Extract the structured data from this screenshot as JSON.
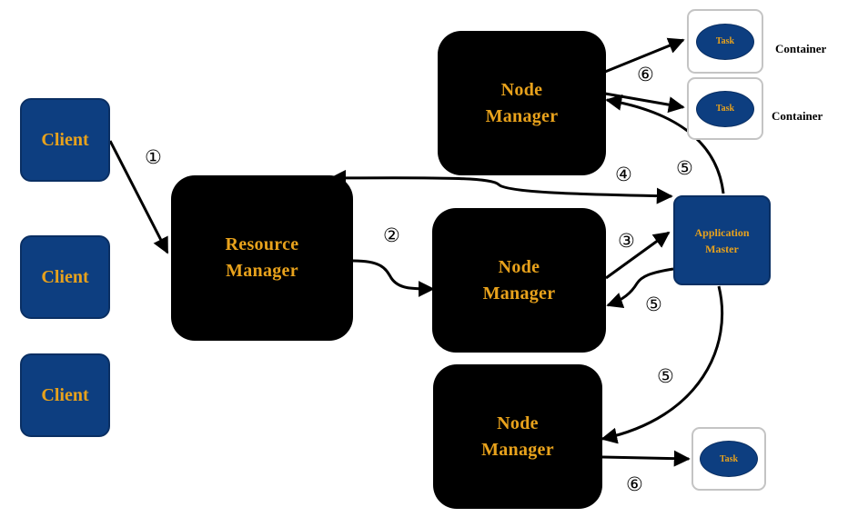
{
  "clients": [
    "Client",
    "Client",
    "Client"
  ],
  "resource_manager": {
    "line1": "Resource",
    "line2": "Manager"
  },
  "node_managers": [
    {
      "line1": "Node",
      "line2": "Manager"
    },
    {
      "line1": "Node",
      "line2": "Manager"
    },
    {
      "line1": "Node",
      "line2": "Manager"
    }
  ],
  "application_master": {
    "line1": "Application",
    "line2": "Master"
  },
  "containers": [
    {
      "task": "Task",
      "label": "Container"
    },
    {
      "task": "Task",
      "label": "Container"
    },
    {
      "task": "Task",
      "label": ""
    }
  ],
  "steps": {
    "s1": "①",
    "s2": "②",
    "s3": "③",
    "s4": "④",
    "s5a": "⑤",
    "s5b": "⑤",
    "s5c": "⑤",
    "s6a": "⑥",
    "s6b": "⑥"
  },
  "colors": {
    "node_fill": "#000000",
    "client_fill": "#0d3e80",
    "text_accent": "#e8a21c",
    "container_border": "#c4c4c4"
  }
}
